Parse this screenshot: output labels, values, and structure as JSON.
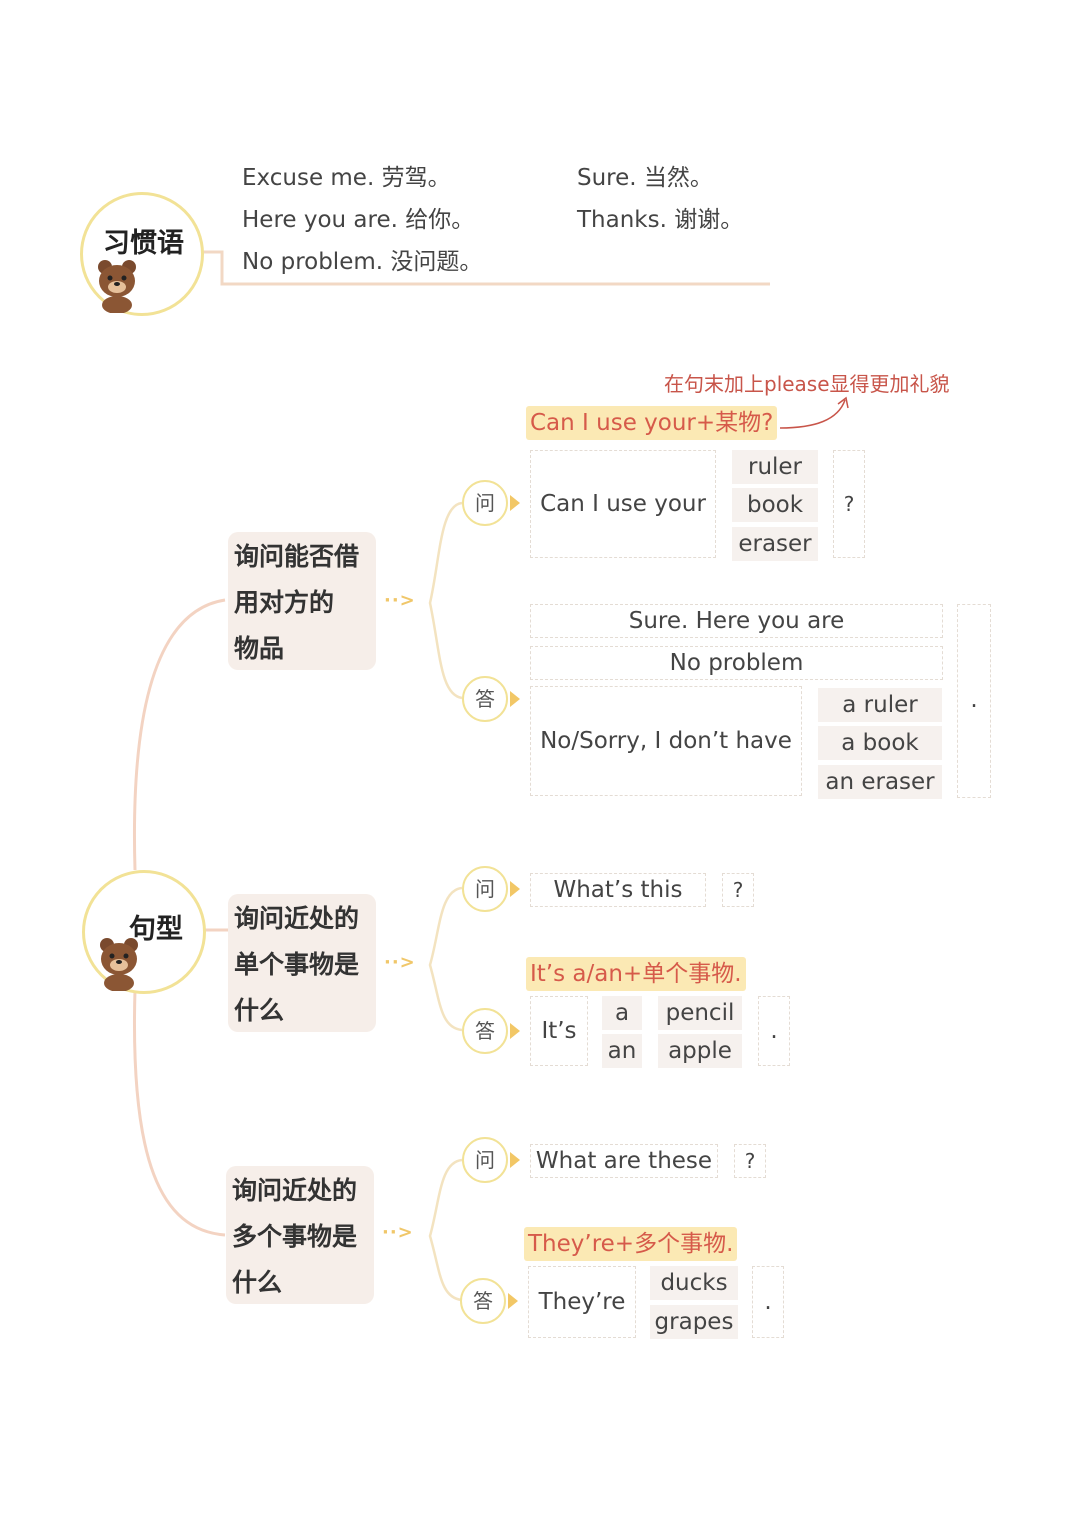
{
  "idioms": {
    "label": "习惯语",
    "items": [
      "Excuse me. 劳驾。",
      "Here you are. 给你。",
      "No problem. 没问题。",
      "Sure. 当然。",
      "Thanks. 谢谢。"
    ]
  },
  "patterns": {
    "label": "句型",
    "q_mark": "问",
    "a_mark": "答",
    "arrow": "··>",
    "topics": [
      {
        "lines": [
          "询问能否借",
          "用对方的",
          "物品"
        ],
        "note": "在句末加上please显得更加礼貌",
        "question_pattern": "Can I use your+某物?",
        "question": {
          "stem": "Can I use your",
          "options": [
            "ruler",
            "book",
            "eraser"
          ],
          "end": "?"
        },
        "answer": {
          "lines": [
            "Sure. Here you are",
            "No problem"
          ],
          "stem": "No/Sorry, I don’t have",
          "options": [
            "a ruler",
            "a book",
            "an eraser"
          ],
          "end": "."
        }
      },
      {
        "lines": [
          "询问近处的",
          "单个事物是",
          "什么"
        ],
        "question": {
          "stem": "What’s this",
          "end": "?"
        },
        "answer_pattern": "It’s a/an+单个事物.",
        "answer": {
          "stem": "It’s",
          "articles": [
            "a",
            "an"
          ],
          "options": [
            "pencil",
            "apple"
          ],
          "end": "."
        }
      },
      {
        "lines": [
          "询问近处的",
          "多个事物是",
          "什么"
        ],
        "question": {
          "stem": "What are these",
          "end": "?"
        },
        "answer_pattern": "They’re+多个事物.",
        "answer": {
          "stem": "They’re",
          "options": [
            "ducks",
            "grapes"
          ],
          "end": "."
        }
      }
    ]
  },
  "colors": {
    "accent_yellow": "#f2e296",
    "topic_bg": "#f6eee9",
    "highlight_bg": "#fbe9b4",
    "highlight_text": "#d65a4a",
    "connector": "#f2c9b4"
  }
}
